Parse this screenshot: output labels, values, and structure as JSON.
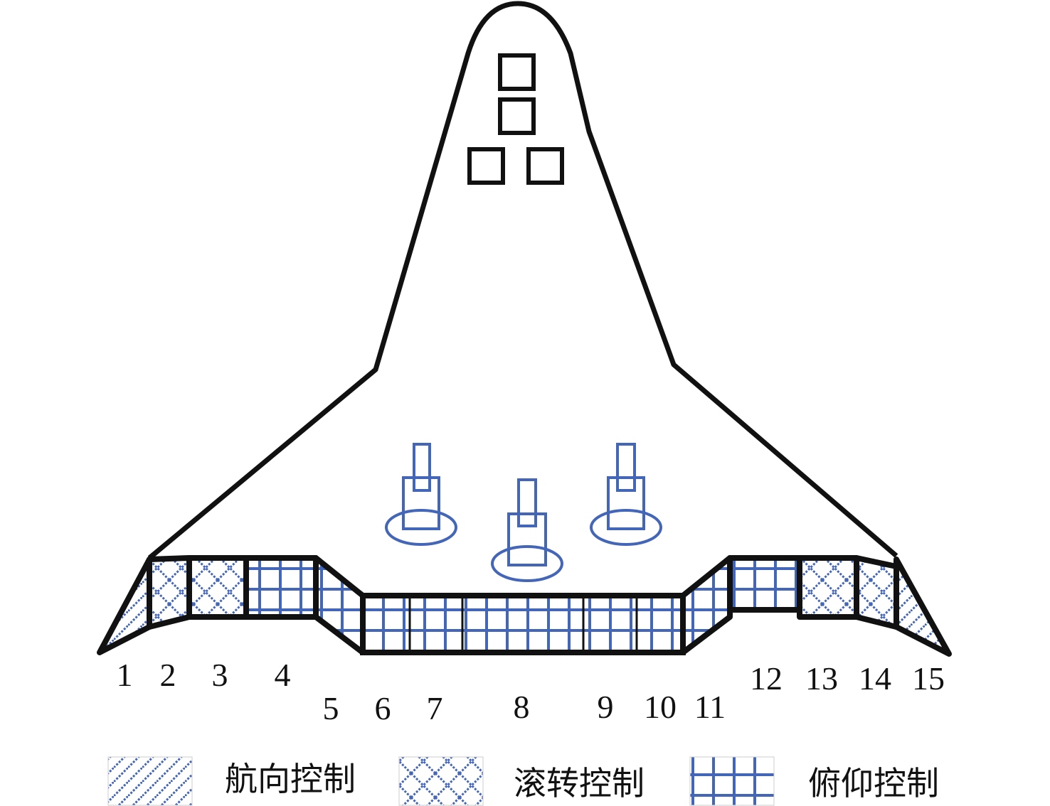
{
  "colors": {
    "outline": "#111111",
    "pattern": "#4466b8",
    "background": "#ffffff"
  },
  "surface_labels": [
    "1",
    "2",
    "3",
    "4",
    "5",
    "6",
    "7",
    "8",
    "9",
    "10",
    "11",
    "12",
    "13",
    "14",
    "15"
  ],
  "surface_control": [
    "yaw",
    "roll",
    "roll",
    "pitch",
    "pitch",
    "pitch",
    "pitch",
    "pitch",
    "pitch",
    "pitch",
    "pitch",
    "pitch",
    "roll",
    "roll",
    "yaw"
  ],
  "legend": [
    {
      "type": "yaw",
      "label": "航向控制"
    },
    {
      "type": "roll",
      "label": "滚转控制"
    },
    {
      "type": "pitch",
      "label": "俯仰控制"
    }
  ]
}
